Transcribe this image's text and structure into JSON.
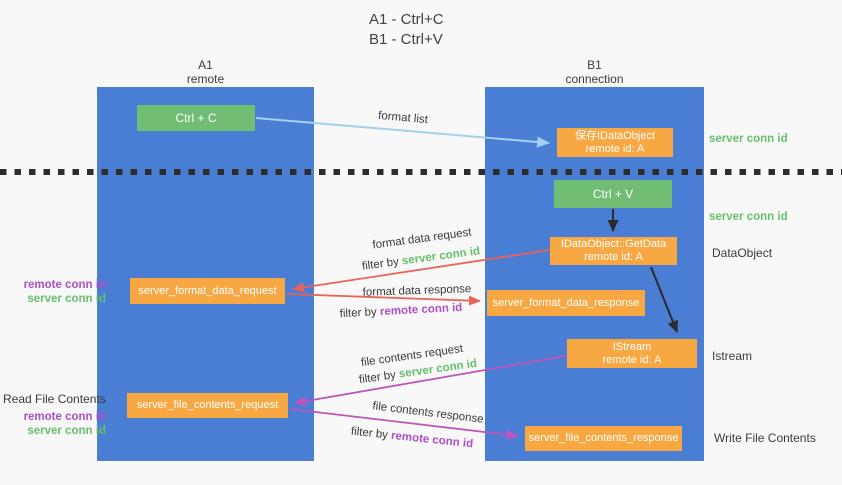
{
  "title": {
    "line1": "A1 - Ctrl+C",
    "line2": "B1 - Ctrl+V"
  },
  "columns": {
    "left": {
      "name": "A1",
      "subtitle": "remote"
    },
    "right": {
      "name": "B1",
      "subtitle": "connection"
    }
  },
  "nodes": {
    "ctrl_c": "Ctrl + C",
    "ctrl_v": "Ctrl + V",
    "save_idataobject": {
      "line1": "保存IDataObject",
      "line2": "remote id: A"
    },
    "getdata": {
      "line1": "IDataObject::GetData",
      "line2": "remote id: A"
    },
    "istream": {
      "line1": "IStream",
      "line2": "remote id: A"
    },
    "format_request": "server_format_data_request",
    "format_response": "server_format_data_response",
    "file_request": "server_file_contents_request",
    "file_response": "server_file_contents_response"
  },
  "edge_labels": {
    "format_list": "format list",
    "format_data_request": "format data request",
    "format_data_response": "format data response",
    "file_contents_request": "file contents request",
    "file_contents_response": "file contents response",
    "filter_by": "filter by"
  },
  "terms": {
    "server_conn_id": "server conn id",
    "remote_conn_id": "remote conn id"
  },
  "side_labels": {
    "dataobject": "DataObject",
    "istream": "Istream",
    "write_file_contents": "Write File Contents",
    "read_file_contents": "Read File Contents"
  },
  "colors": {
    "column_blue": "#4a7ed5",
    "box_green": "#71bd73",
    "box_orange": "#f8a842",
    "arrow_light_blue": "#a3d0ee",
    "arrow_red": "#e96358",
    "arrow_magenta": "#bf54bb",
    "arrow_black": "#2b2b2b",
    "text_green": "#67bf6b",
    "text_purple": "#ac4fc6",
    "background": "#f8f8f8"
  }
}
